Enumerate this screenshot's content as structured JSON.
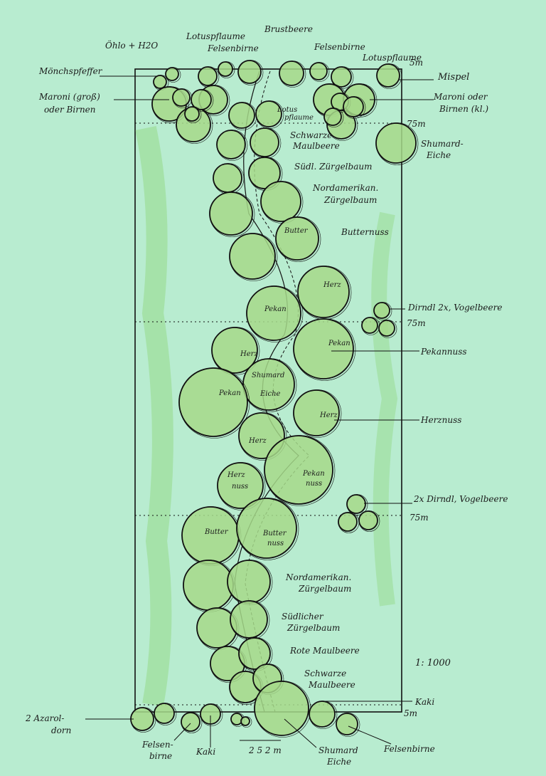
{
  "title_scale": "1: 1000",
  "labels": {
    "moenchspfeffer": "Mönchspfeffer",
    "ohlo_h2o": "Öhlo + H2O",
    "lotuspflaume_top_left": "Lotuspflaume",
    "brustbeere": "Brustbeere",
    "felsenbirne_top_left": "Felsenbirne",
    "felsenbirne_top_right": "Felsenbirne",
    "lotuspflaume_top_right": "Lotuspflaume",
    "mispel": "Mispel",
    "maroni_left_1": "Maroni (groß)",
    "maroni_left_2": "oder Birnen",
    "maroni_right_1": "Maroni oder",
    "maroni_right_2": "Birnen (kl.)",
    "lotus_inner_1": "Lotus",
    "lotus_inner_2": "pflaume",
    "schwarze_maulbeere_top_1": "Schwarze",
    "schwarze_maulbeere_top_2": "Maulbeere",
    "shumard_right_1": "Shumard-",
    "shumard_right_2": "Eiche",
    "suedl_zuergelbaum": "Südl. Zürgelbaum",
    "nordamerik_top_1": "Nordamerikan.",
    "nordamerik_top_2": "Zürgelbaum",
    "butternuss": "Butternuss",
    "dirndl_top": "Dirndl 2x, Vogelbeere",
    "pekannuss": "Pekannuss",
    "herznuss": "Herznuss",
    "dirndl_bottom": "2x Dirndl, Vogelbeere",
    "nordamerik_bottom_1": "Nordamerikan.",
    "nordamerik_bottom_2": "Zürgelbaum",
    "suedlicher_1": "Südlicher",
    "suedlicher_2": "Zürgelbaum",
    "rote_maulbeere": "Rote Maulbeere",
    "schwarze_maulbeere_bottom_1": "Schwarze",
    "schwarze_maulbeere_bottom_2": "Maulbeere",
    "kaki_right": "Kaki",
    "azaroldorn_1": "2 Azarol-",
    "azaroldorn_2": "dorn",
    "felsenbirne_bottom_left_1": "Felsen-",
    "felsenbirne_bottom_left_2": "birne",
    "kaki_bottom": "Kaki",
    "dims": "2  5  2 m",
    "shumard_bottom_1": "Shumard",
    "shumard_bottom_2": "Eiche",
    "felsenbirne_bottom_right": "Felsenbirne"
  },
  "distances": {
    "top": "5m",
    "d1": "75m",
    "d2": "75m",
    "d3": "75m",
    "bottom": "5m"
  },
  "tree_labels": {
    "butter1": "Butter",
    "herz1": "Herz",
    "pekan1": "Pekan",
    "pekan2": "Pekan",
    "herz2": "Herz",
    "shumard_mid_1": "Shumard",
    "shumard_mid_2": "Eiche",
    "pekan3": "Pekan",
    "herz3": "Herz",
    "herz4": "Herz",
    "pekan4_1": "Pekan",
    "pekan4_2": "nuss",
    "herz5_1": "Herz",
    "herz5_2": "nuss",
    "butter2": "Butter",
    "butter3_1": "Butter",
    "butter3_2": "nuss"
  },
  "colors": {
    "paper": "#b8ecd0",
    "tree": "#a6d98a",
    "ink": "#111111"
  }
}
